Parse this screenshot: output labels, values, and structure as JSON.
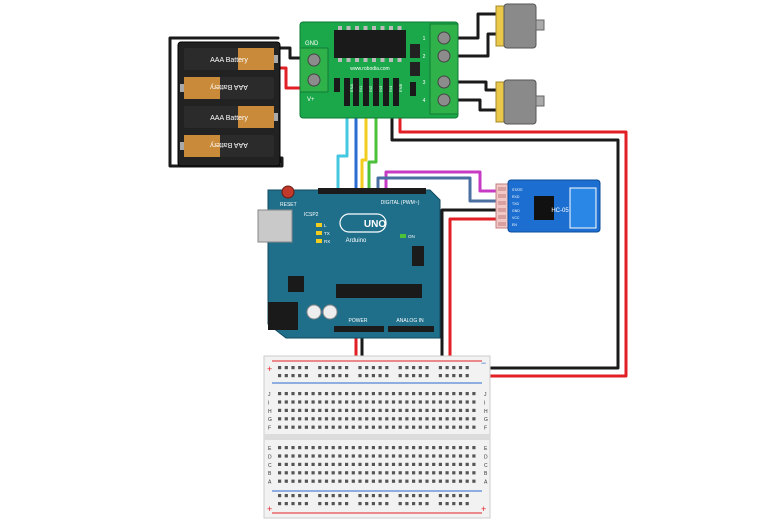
{
  "battery_pack": {
    "cells": [
      "AAA Battery",
      "AAA Battery",
      "AAA Battery",
      "AAA Battery"
    ]
  },
  "motor_driver": {
    "gnd_label": "GND",
    "vplus_label": "V+",
    "website": "www.robodia.com",
    "out_labels": [
      "1",
      "2",
      "3",
      "4"
    ],
    "pin_labels": [
      "ENA",
      "IN1",
      "IN2",
      "IN3",
      "IN4",
      "ENB"
    ],
    "colors": {
      "board": "#1aa84a",
      "terminal": "#2fb24a",
      "chip": "#1a1a1a"
    }
  },
  "arduino": {
    "reset_label": "RESET",
    "icsp_label": "ICSP2",
    "brand": "Arduino",
    "model": "UNO",
    "led_labels": [
      "L",
      "TX",
      "RX"
    ],
    "on_label": "ON",
    "digital_label": "DIGITAL (PWM~)",
    "power_label": "POWER",
    "analog_label": "ANALOG IN",
    "colors": {
      "board": "#1f6f8b",
      "header": "#1b1b1b"
    }
  },
  "bluetooth": {
    "model": "HC-05",
    "pins": [
      "STATE",
      "RXD",
      "TXD",
      "GND",
      "VCC",
      "EN"
    ],
    "colors": {
      "board": "#1c6fd1"
    }
  },
  "breadboard": {
    "top_row_labels": [
      "J",
      "I",
      "H",
      "G",
      "F"
    ],
    "bottom_row_labels": [
      "E",
      "D",
      "C",
      "B",
      "A"
    ],
    "plus": "+",
    "minus": "−",
    "columns": 30
  },
  "wires": {
    "colors": {
      "red": "#e21f26",
      "black": "#1a1a1a",
      "cyan": "#44c7e0",
      "blue": "#2a6bd1",
      "yellow": "#f2cd1f",
      "green": "#4cc23a",
      "magenta": "#c73bc4",
      "steel": "#4a6fa0"
    }
  }
}
